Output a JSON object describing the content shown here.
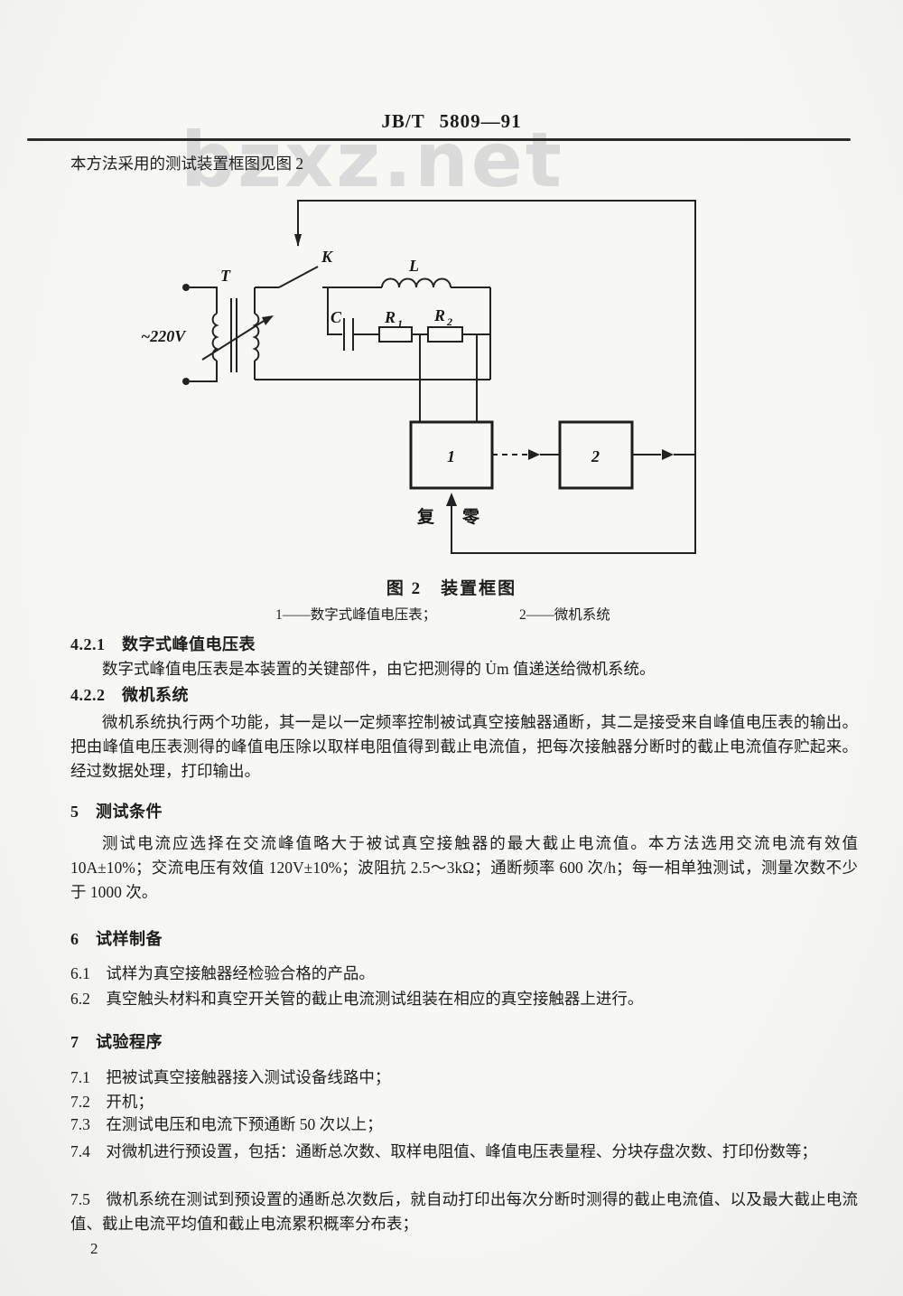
{
  "page": {
    "header": "JB/T  5809—91",
    "watermark": "bzxz.net",
    "page_number": "2"
  },
  "content": {
    "intro": "本方法采用的测试装置框图见图 2",
    "s421_title": "4.2.1　数字式峰值电压表",
    "s421_para": "数字式峰值电压表是本装置的关键部件，由它把测得的 U̇m 值递送给微机系统。",
    "s422_title": "4.2.2　微机系统",
    "s422_para": "微机系统执行两个功能，其一是以一定频率控制被试真空接触器通断，其二是接受来自峰值电压表的输出。把由峰值电压表测得的峰值电压除以取样电阻值得到截止电流值，把每次接触器分断时的截止电流值存贮起来。经过数据处理，打印输出。",
    "s5_title": "5　测试条件",
    "s5_para": "测试电流应选择在交流峰值略大于被试真空接触器的最大截止电流值。本方法选用交流电流有效值 10A±10%；交流电压有效值 120V±10%；波阻抗 2.5～3kΩ；通断频率 600 次/h；每一相单独测试，测量次数不少于 1000 次。",
    "s6_title": "6　试样制备",
    "s61": "6.1　试样为真空接触器经检验合格的产品。",
    "s62": "6.2　真空触头材料和真空开关管的截止电流测试组装在相应的真空接触器上进行。",
    "s7_title": "7　试验程序",
    "s71": "7.1　把被试真空接触器接入测试设备线路中；",
    "s72": "7.2　开机；",
    "s73": "7.3　在测试电压和电流下预通断 50 次以上；",
    "s74": "7.4　对微机进行预设置，包括：通断总次数、取样电阻值、峰值电压表量程、分块存盘次数、打印份数等；",
    "s75": "7.5　微机系统在测试到预设置的通断总次数后，就自动打印出每次分断时测得的截止电流值、以及最大截止电流值、截止电流平均值和截止电流累积概率分布表；"
  },
  "figure": {
    "caption": "图 2　装置框图",
    "legend_1": "1——数字式峰值电压表；",
    "legend_2": "2——微机系统",
    "labels": {
      "source": "~220V",
      "transformer": "T",
      "switch": "K",
      "inductor": "L",
      "capacitor": "C",
      "r": "R",
      "r1_sub": "1",
      "r2_sub": "2",
      "box1": "1",
      "box2": "2",
      "reset_left": "复",
      "reset_right": "零"
    },
    "colors": {
      "ink": "#222222",
      "paper": "#f6f6f3",
      "watermark": "#dadada"
    }
  }
}
